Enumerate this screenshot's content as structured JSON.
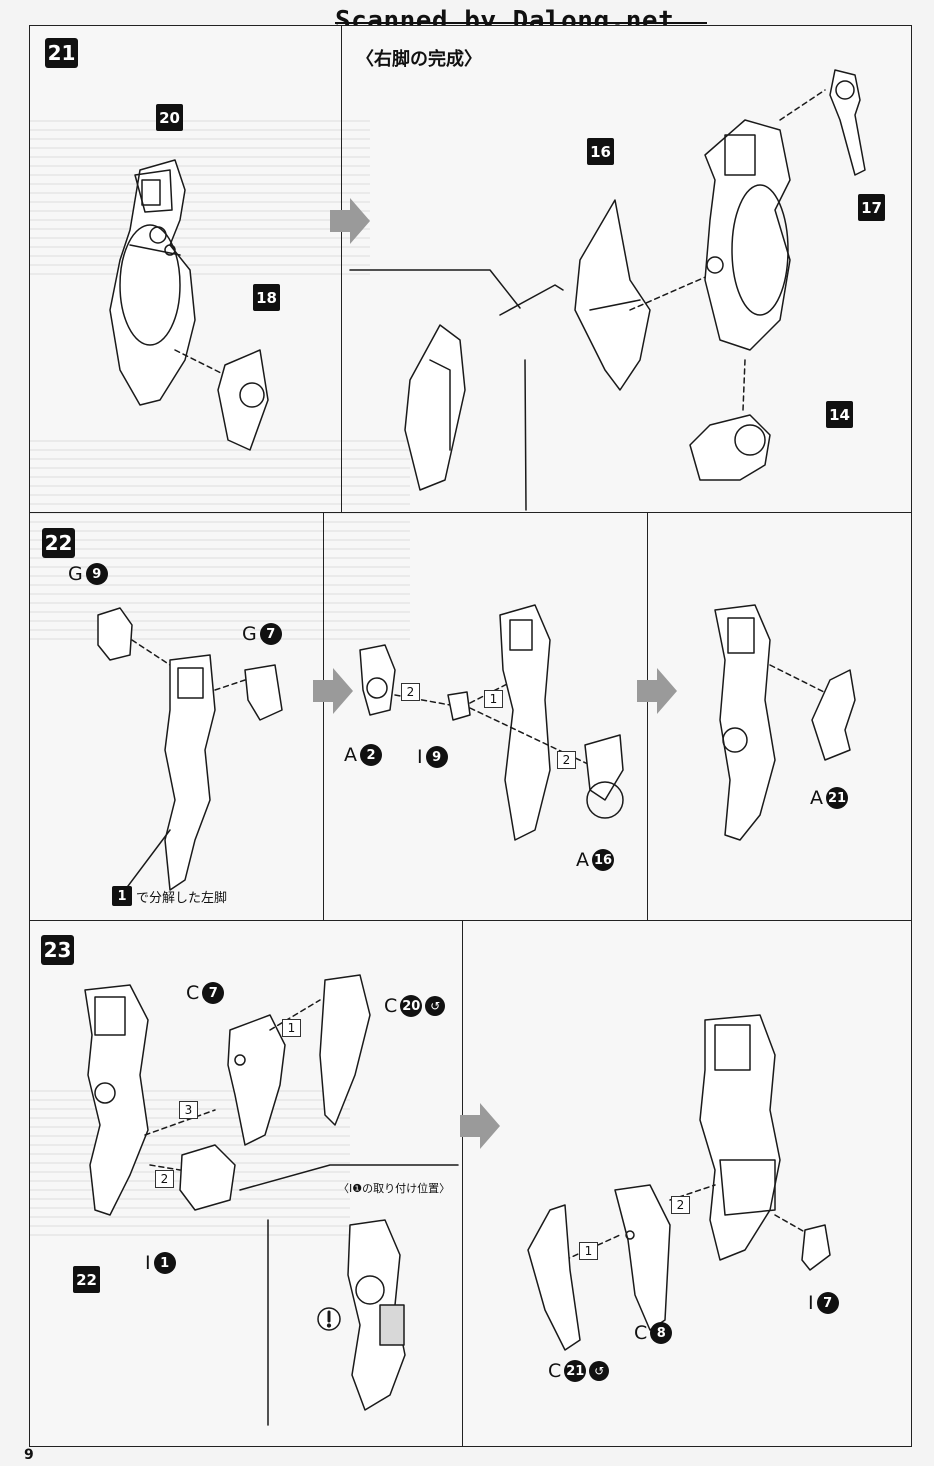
{
  "header": {
    "scan_credit": "Scanned by Dalong.net"
  },
  "page": {
    "number": "9"
  },
  "step21": {
    "number": "21",
    "heading": "〈右脚の完成〉",
    "parts": [
      "20",
      "18",
      "16",
      "17",
      "14"
    ]
  },
  "step22": {
    "number": "22",
    "labels": {
      "g9_letter": "G",
      "g9_num": "9",
      "g7_letter": "G",
      "g7_num": "7",
      "a2_letter": "A",
      "a2_num": "2",
      "i9_letter": "I",
      "i9_num": "9",
      "a16_letter": "A",
      "a16_num": "16",
      "a21_letter": "A",
      "a21_num": "21"
    },
    "order": [
      "2",
      "1",
      "2"
    ],
    "note_badge": "1",
    "note_text": "で分解した左脚"
  },
  "step23": {
    "number": "23",
    "labels": {
      "c7_letter": "C",
      "c7_num": "7",
      "c20_letter": "C",
      "c20_num": "20",
      "i1_letter": "I",
      "i1_num": "1",
      "c8_letter": "C",
      "c8_num": "8",
      "c21_letter": "C",
      "c21_num": "21",
      "i7_letter": "I",
      "i7_num": "7"
    },
    "order_left": [
      "1",
      "3",
      "2"
    ],
    "order_right": [
      "2",
      "1"
    ],
    "part_badge": "22",
    "inset_caption": "〈I❶の取り付け位置〉",
    "glue_icon": "glue-mark-icon",
    "warning_icon": "exclamation-icon"
  },
  "colors": {
    "ink": "#111111",
    "arrow_gray": "#9a9a9a",
    "paper": "#f7f7f7"
  }
}
